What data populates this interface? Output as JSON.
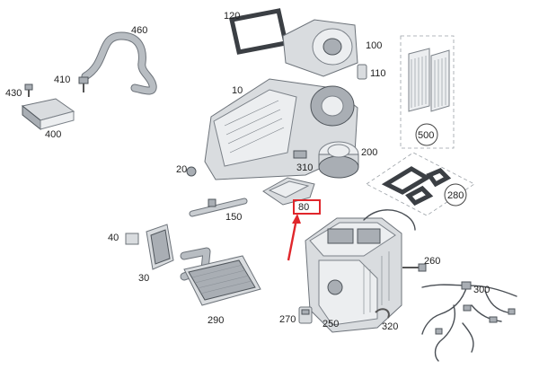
{
  "diagram": {
    "part_numbers": {
      "p10": "10",
      "p20": "20",
      "p30": "30",
      "p40": "40",
      "p80": "80",
      "p100": "100",
      "p110": "110",
      "p120": "120",
      "p150": "150",
      "p200": "200",
      "p250": "250",
      "p260": "260",
      "p270": "270",
      "p280": "280",
      "p290": "290",
      "p300": "300",
      "p310": "310",
      "p320": "320",
      "p400": "400",
      "p410": "410",
      "p430": "430",
      "p460": "460",
      "p500": "500"
    },
    "highlighted_part": "80",
    "colors": {
      "highlight": "#e0262b",
      "part_fill": "#d9dcdf",
      "outline": "#6d737a"
    }
  }
}
